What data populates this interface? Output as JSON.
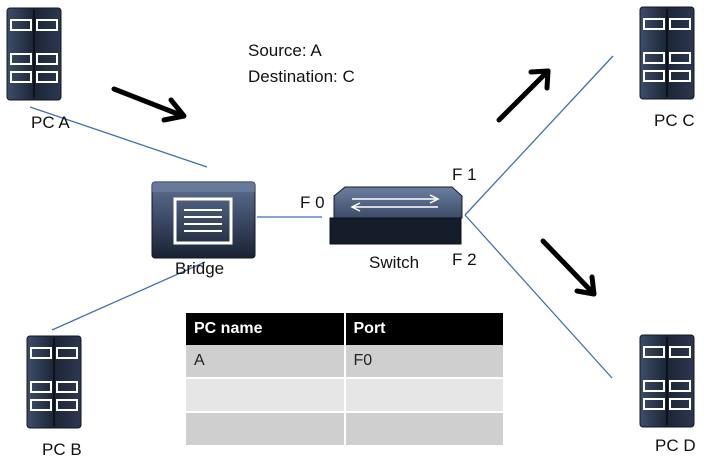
{
  "packet": {
    "source_label": "Source: A",
    "destination_label": "Destination: C"
  },
  "devices": {
    "pc_a": "PC A",
    "pc_b": "PC B",
    "pc_c": "PC C",
    "pc_d": "PC D",
    "bridge": "Bridge",
    "switch": "Switch"
  },
  "ports": {
    "f0": "F 0",
    "f1": "F 1",
    "f2": "F 2"
  },
  "table": {
    "headers": [
      "PC name",
      "Port"
    ],
    "rows": [
      [
        "A",
        "F0"
      ],
      [
        "",
        ""
      ],
      [
        "",
        ""
      ]
    ]
  },
  "colors": {
    "link": "#3f6fb5",
    "device_dark": "#1f2a3d",
    "device_light": "#5a6e93",
    "arrow": "#000000",
    "table_header": "#000000"
  },
  "icons": {
    "pc": "server-tower-icon",
    "bridge": "bridge-icon",
    "switch": "switch-icon",
    "arrow": "arrow-icon"
  }
}
